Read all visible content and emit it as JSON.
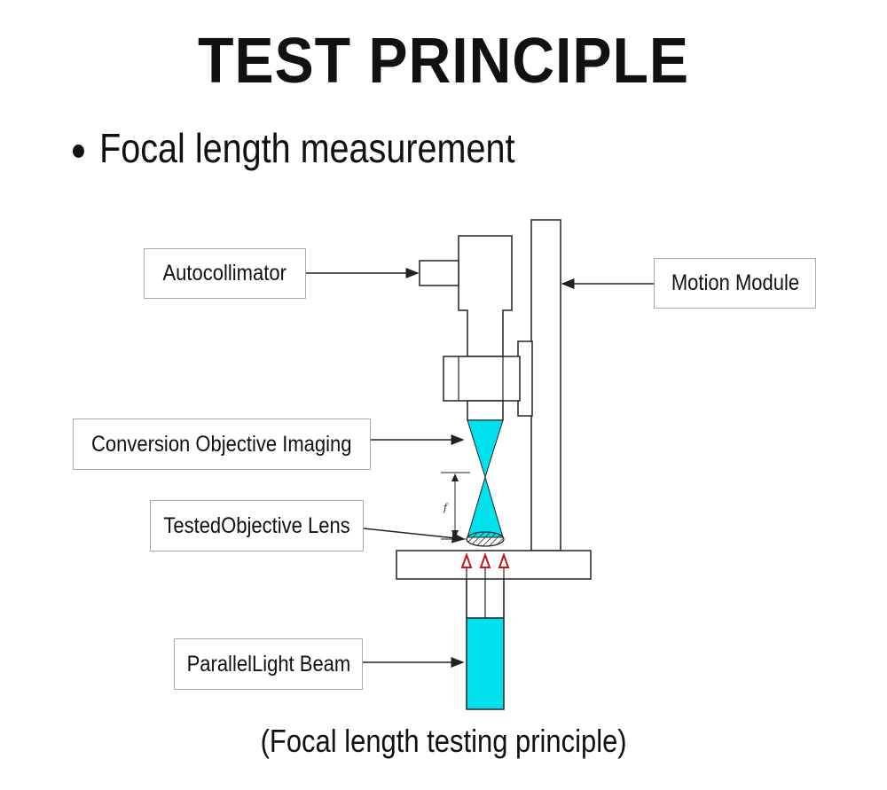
{
  "title": "TEST PRINCIPLE",
  "bullet": "Focal length measurement",
  "labels": {
    "autocollimator": "Autocollimator",
    "motion_module": "Motion Module",
    "conversion_objective": "Conversion Objective Imaging",
    "tested_lens": "TestedObjective Lens",
    "parallel_beam": "ParallelLight Beam"
  },
  "dimension_mark": "f",
  "caption": "(Focal length testing principle)",
  "colors": {
    "beam": "#00E1EE",
    "arrow": "#C0181A",
    "line": "#222222"
  }
}
